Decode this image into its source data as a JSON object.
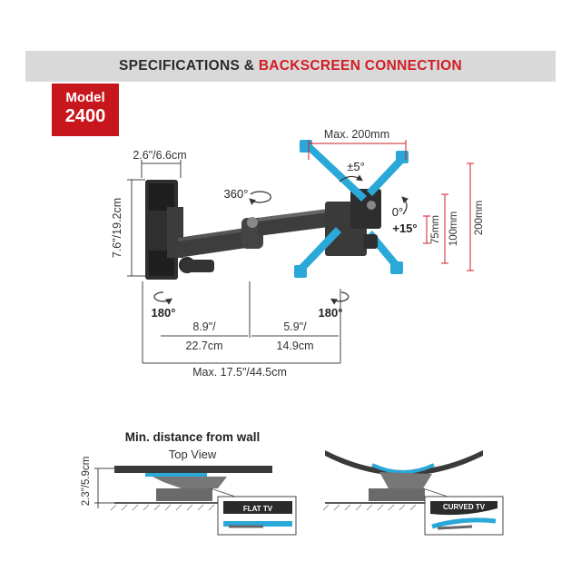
{
  "header": {
    "title_part1": "SPECIFICATIONS & ",
    "title_part2": "BACKSCREEN CONNECTION"
  },
  "model": {
    "label": "Model",
    "number": "2400"
  },
  "dimensions": {
    "wall_plate_width": "2.6\"/6.6cm",
    "wall_plate_height": "7.6\"/19.2cm",
    "arm1_length": [
      "8.9\"/",
      "22.7cm"
    ],
    "arm2_length": [
      "5.9\"/",
      "14.9cm"
    ],
    "max_extension": "Max. 17.5\"/44.5cm",
    "vesa_max_width": "Max. 200mm",
    "vesa_min": "75mm",
    "vesa_mid": "100mm",
    "vesa_max": "200mm"
  },
  "rotation": {
    "plate_360": "360°",
    "swivel_wall": "180°",
    "swivel_head": "180°",
    "rotate": "±5°",
    "tilt_up": "0°",
    "tilt_down": "+15°"
  },
  "wall_distance": {
    "title": "Min. distance from wall",
    "subtitle": "Top View",
    "distance": "2.3\"/5.9cm",
    "flat_label": "FLAT TV",
    "curved_label": "CURVED TV"
  },
  "colors": {
    "accent_red": "#d11d24",
    "accent_blue": "#2aa8d8",
    "bracket_dark": "#3a3a3a"
  }
}
